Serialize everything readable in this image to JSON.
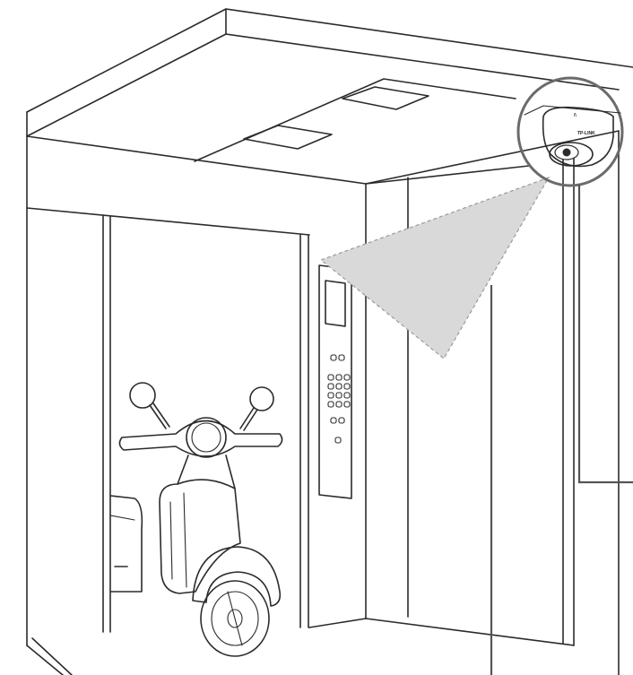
{
  "camera": {
    "brand_text": "TP-LINK",
    "logo_text": "/\\"
  },
  "colors": {
    "line": "#2b2b2b",
    "callout_ring": "#6b6b6b",
    "leader_line": "#555555",
    "field_of_view": "#d9d9d9"
  },
  "elevator_panel": {
    "button_rows": [
      2,
      3,
      3,
      3,
      3,
      2,
      1
    ]
  }
}
